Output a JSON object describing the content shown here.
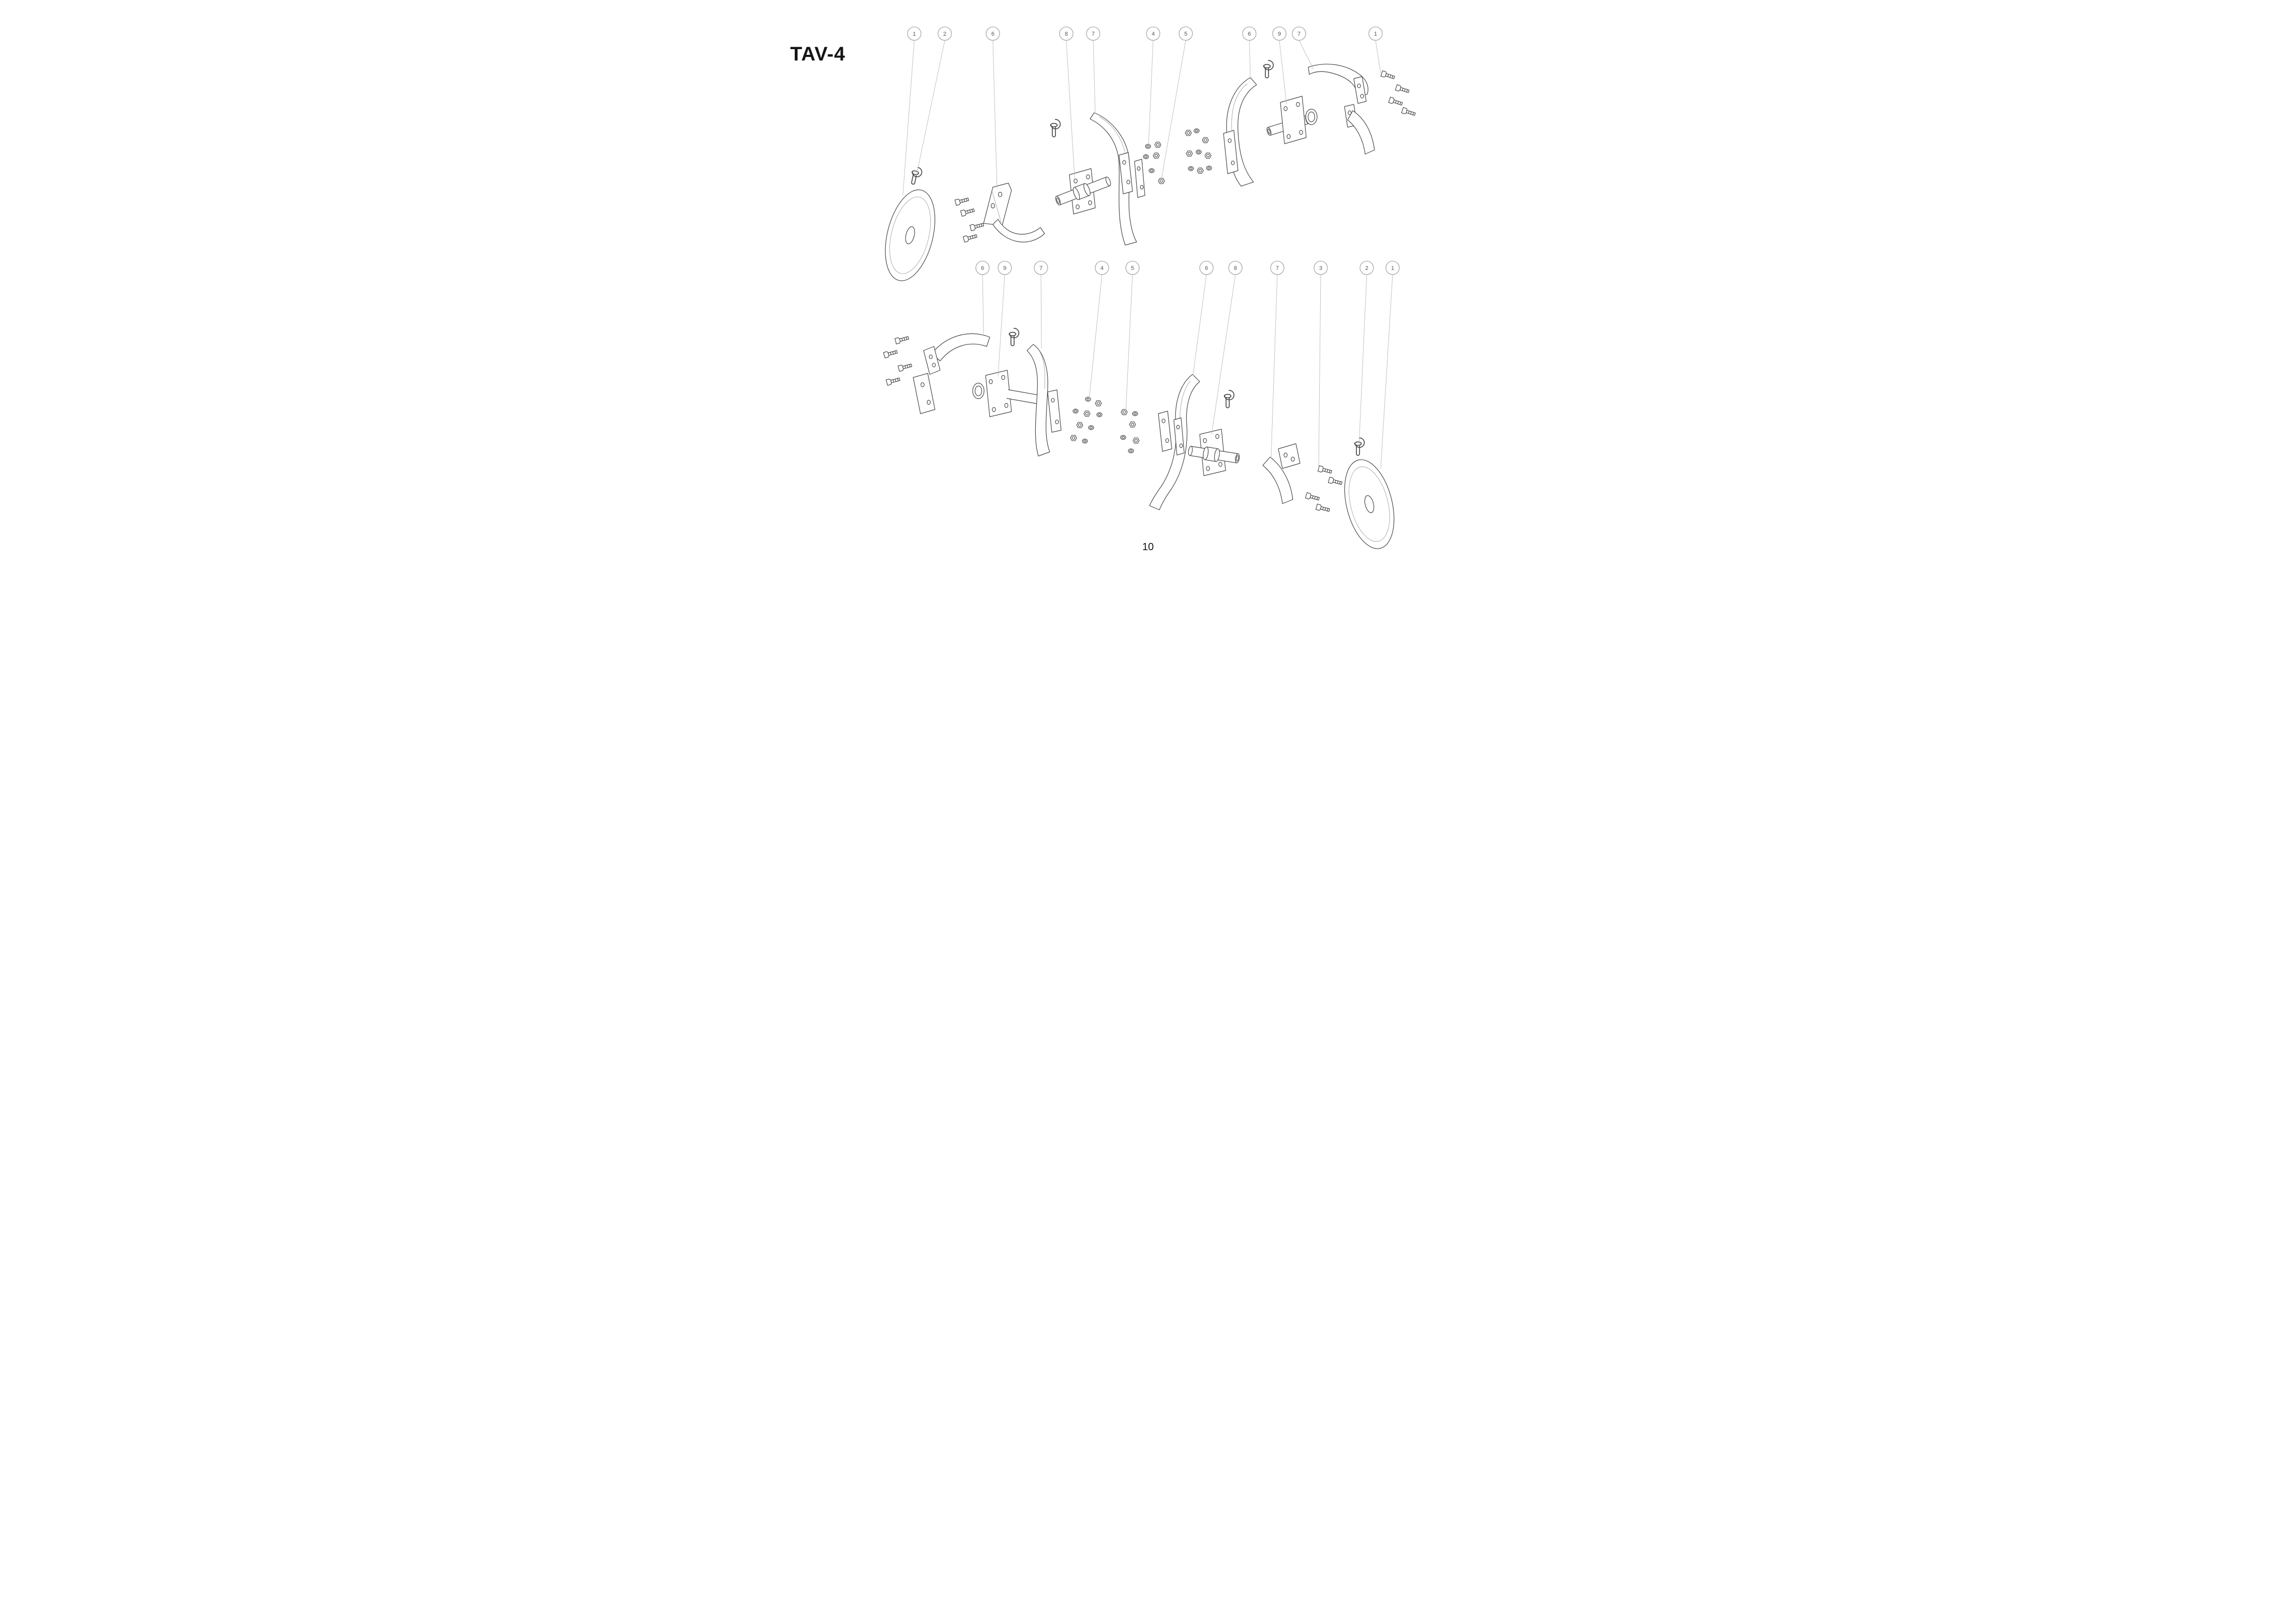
{
  "page": {
    "title": "TAV-4",
    "page_number": "10"
  },
  "callouts": {
    "top": [
      {
        "label": "1"
      },
      {
        "label": "2"
      },
      {
        "label": "6"
      },
      {
        "label": "8"
      },
      {
        "label": "7"
      },
      {
        "label": "4"
      },
      {
        "label": "5"
      },
      {
        "label": "6"
      },
      {
        "label": "9"
      },
      {
        "label": "7"
      },
      {
        "label": "1"
      }
    ],
    "bottom": [
      {
        "label": "6"
      },
      {
        "label": "9"
      },
      {
        "label": "7"
      },
      {
        "label": "4"
      },
      {
        "label": "5"
      },
      {
        "label": "6"
      },
      {
        "label": "8"
      },
      {
        "label": "7"
      },
      {
        "label": "3"
      },
      {
        "label": "2"
      },
      {
        "label": "1"
      }
    ]
  },
  "colors": {
    "ink": "#4a4a4a",
    "leader_line": "#bcbcbc",
    "balloon_stroke": "#9a9a9a",
    "background": "#ffffff"
  }
}
